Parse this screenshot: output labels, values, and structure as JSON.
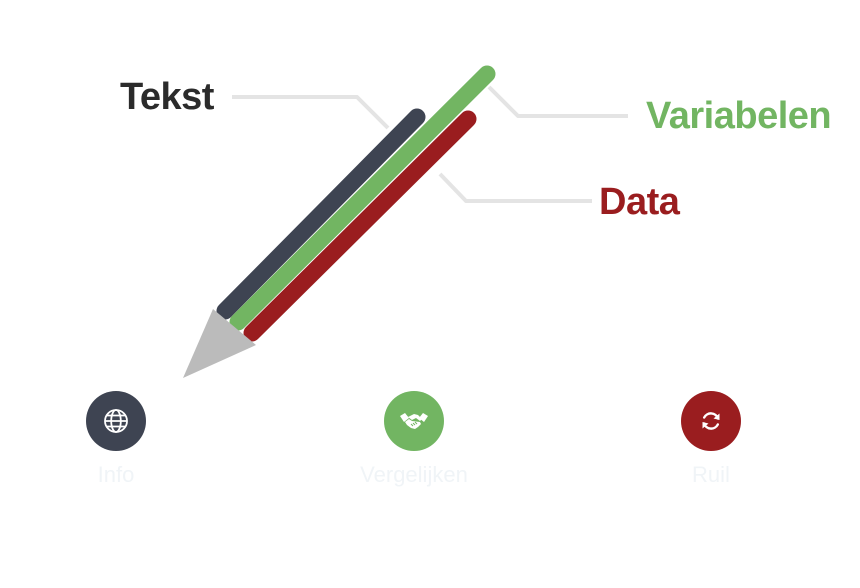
{
  "labels": {
    "tekst": "Tekst",
    "variabelen": "Variabelen",
    "data": "Data"
  },
  "features": [
    {
      "icon": "globe-icon",
      "caption": "Info",
      "color": "#3e4452"
    },
    {
      "icon": "handshake-icon",
      "caption": "Vergelijken",
      "color": "#72b562"
    },
    {
      "icon": "refresh-icon",
      "caption": "Ruil",
      "color": "#9a1d1f"
    }
  ],
  "colors": {
    "text_stroke": "#3e4452",
    "variables_stroke": "#72b562",
    "data_stroke": "#9a1d1f",
    "pencil_tip": "#bbbbbb",
    "leader_line": "#e4e4e4",
    "tekst_label": "#2b2b2b"
  }
}
